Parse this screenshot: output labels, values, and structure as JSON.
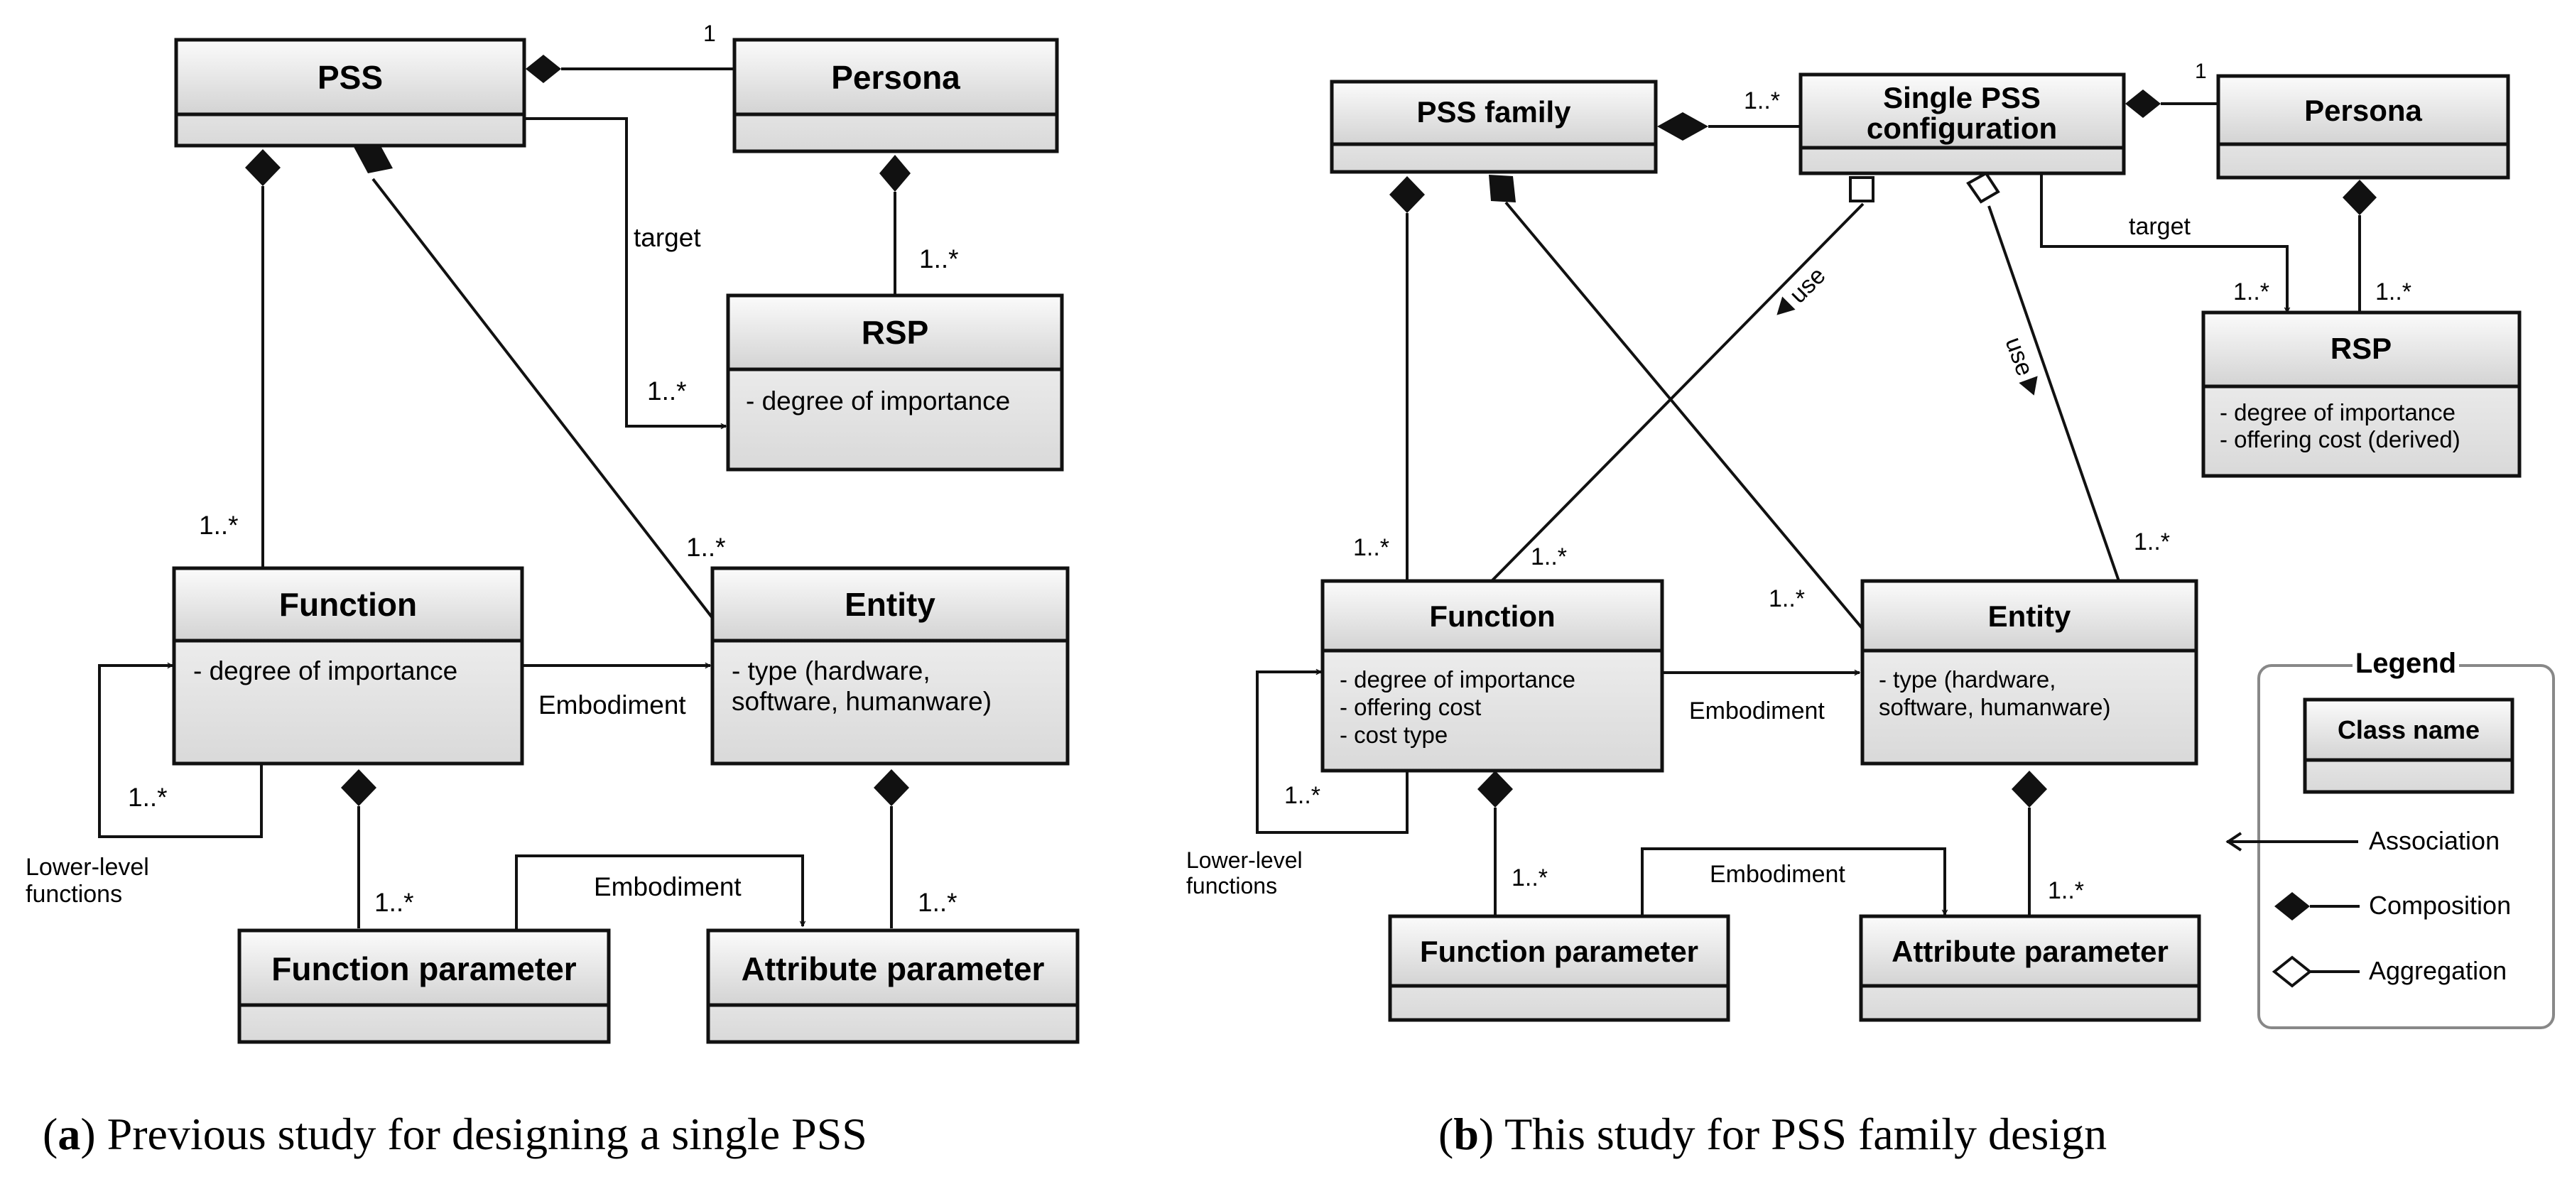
{
  "panel_a": {
    "classes": {
      "pss": {
        "name": "PSS"
      },
      "persona": {
        "name": "Persona"
      },
      "rsp": {
        "name": "RSP",
        "attrs": [
          "- degree of importance"
        ]
      },
      "function": {
        "name": "Function",
        "attrs": [
          "- degree of importance"
        ]
      },
      "entity": {
        "name": "Entity",
        "attrs": [
          "- type (hardware,",
          "software, humanware)"
        ]
      },
      "function_parameter": {
        "name": "Function parameter"
      },
      "attribute_parameter": {
        "name": "Attribute parameter"
      }
    },
    "labels": {
      "one": "1",
      "target": "target",
      "persona_rsp_mult": "1..*",
      "target_mult": "1..*",
      "pss_function_mult": "1..*",
      "pss_entity_mult": "1..*",
      "embodiment": "Embodiment",
      "self_mult": "1..*",
      "lower_level_1": "Lower-level",
      "lower_level_2": "functions",
      "function_param_mult": "1..*",
      "embodiment_param": "Embodiment",
      "entity_param_mult": "1..*"
    },
    "caption": {
      "letter": "a",
      "text": ") Previous study for designing a single PSS"
    }
  },
  "panel_b": {
    "classes": {
      "pss_family": {
        "name": "PSS family"
      },
      "single_config": {
        "name_line1": "Single PSS",
        "name_line2": "configuration"
      },
      "persona": {
        "name": "Persona"
      },
      "rsp": {
        "name": "RSP",
        "attrs": [
          "- degree of importance",
          "- offering cost (derived)"
        ]
      },
      "function": {
        "name": "Function",
        "attrs": [
          "- degree of importance",
          "- offering cost",
          "- cost type"
        ]
      },
      "entity": {
        "name": "Entity",
        "attrs": [
          "- type (hardware,",
          "software, humanware)"
        ]
      },
      "function_parameter": {
        "name": "Function parameter"
      },
      "attribute_parameter": {
        "name": "Attribute parameter"
      }
    },
    "labels": {
      "family_config_mult": "1..*",
      "one": "1",
      "target": "target",
      "target_mult": "1..*",
      "persona_rsp_mult": "1..*",
      "use_left": "use",
      "use_right": "use",
      "family_function_mult": "1..*",
      "config_function_mult": "1..*",
      "family_entity_mult": "1..*",
      "config_entity_mult": "1..*",
      "embodiment": "Embodiment",
      "self_mult": "1..*",
      "lower_level_1": "Lower-level",
      "lower_level_2": "functions",
      "function_param_mult": "1..*",
      "embodiment_param": "Embodiment",
      "entity_param_mult": "1..*"
    },
    "caption": {
      "letter": "b",
      "text": ") This study for PSS family design"
    }
  },
  "legend": {
    "title": "Legend",
    "class_name": "Class name",
    "association": "Association",
    "composition": "Composition",
    "aggregation": "Aggregation"
  }
}
